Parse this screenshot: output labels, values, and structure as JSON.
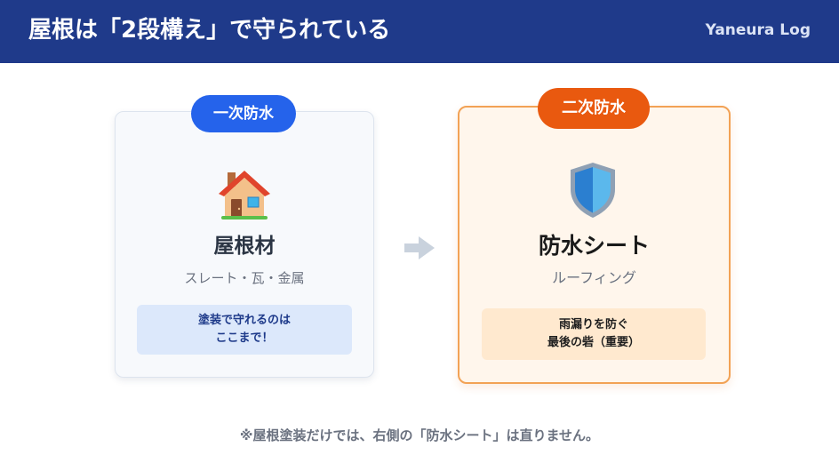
{
  "header": {
    "title": "屋根は「2段構え」で守られている",
    "brand": "Yaneura Log"
  },
  "cards": {
    "primary": {
      "badge": "一次防水",
      "icon": "house-icon",
      "title": "屋根材",
      "subtitle": "スレート・瓦・金属",
      "note_line1": "塗装で守れるのは",
      "note_line2": "ここまで！"
    },
    "secondary": {
      "badge": "二次防水",
      "icon": "shield-icon",
      "title": "防水シート",
      "subtitle": "ルーフィング",
      "note_line1": "雨漏りを防ぐ",
      "note_line2": "最後の砦（重要）"
    }
  },
  "arrow": {
    "icon": "arrow-right-icon"
  },
  "footnote": "※屋根塗装だけでは、右側の「防水シート」は直りません。",
  "colors": {
    "header_bg": "#1f3a8a",
    "primary_badge": "#2563eb",
    "secondary_badge": "#e9590f",
    "secondary_border": "#f2a255"
  }
}
